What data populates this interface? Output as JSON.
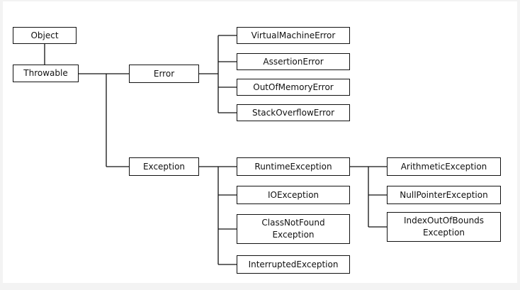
{
  "diagram": {
    "nodes": {
      "object": "Object",
      "throwable": "Throwable",
      "error": "Error",
      "exception": "Exception",
      "virtual_machine_error": "VirtualMachineError",
      "assertion_error": "AssertionError",
      "out_of_memory_error": "OutOfMemoryError",
      "stack_overflow_error": "StackOverflowError",
      "runtime_exception": "RuntimeException",
      "io_exception": "IOException",
      "class_not_found_exception": "ClassNotFound\nException",
      "interrupted_exception": "InterruptedException",
      "arithmetic_exception": "ArithmeticException",
      "null_pointer_exception": "NullPointerException",
      "index_out_of_bounds_exception": "IndexOutOfBounds\nException"
    },
    "edges": [
      [
        "object",
        "throwable"
      ],
      [
        "throwable",
        "error"
      ],
      [
        "throwable",
        "exception"
      ],
      [
        "error",
        "virtual_machine_error"
      ],
      [
        "error",
        "assertion_error"
      ],
      [
        "error",
        "out_of_memory_error"
      ],
      [
        "error",
        "stack_overflow_error"
      ],
      [
        "exception",
        "runtime_exception"
      ],
      [
        "exception",
        "io_exception"
      ],
      [
        "exception",
        "class_not_found_exception"
      ],
      [
        "exception",
        "interrupted_exception"
      ],
      [
        "runtime_exception",
        "arithmetic_exception"
      ],
      [
        "runtime_exception",
        "null_pointer_exception"
      ],
      [
        "runtime_exception",
        "index_out_of_bounds_exception"
      ]
    ]
  }
}
